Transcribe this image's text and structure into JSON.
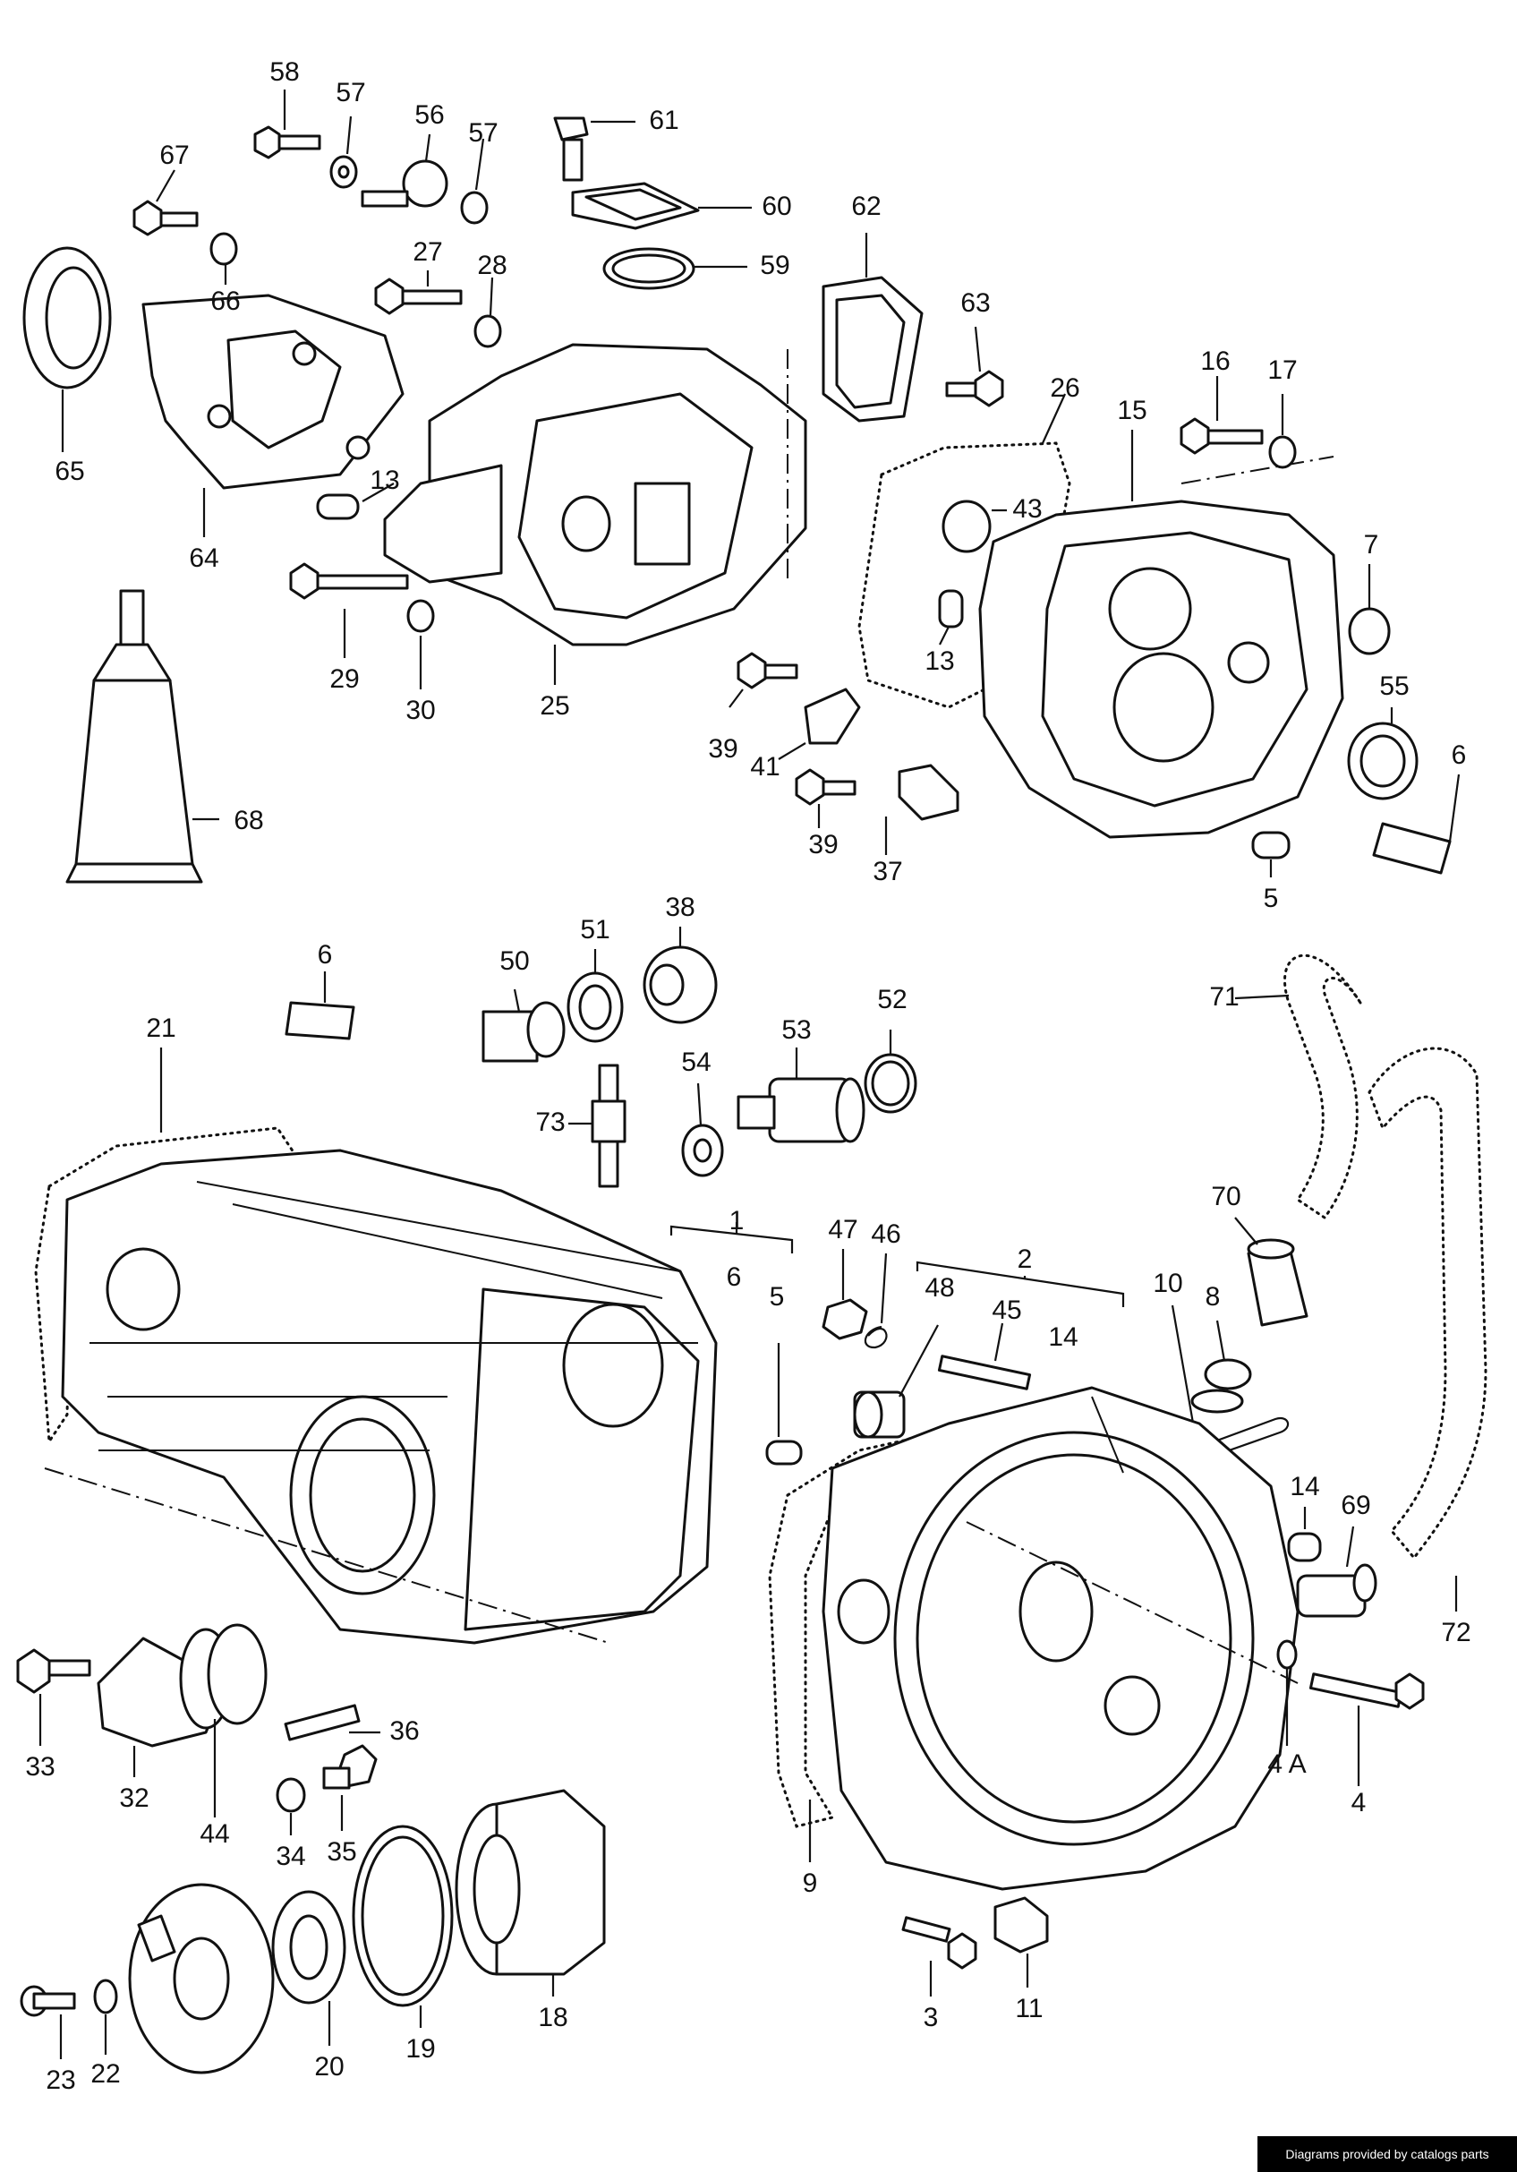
{
  "credit": "Diagrams provided by catalogs parts",
  "callouts": [
    {
      "id": "58",
      "text": "58"
    },
    {
      "id": "57a",
      "text": "57"
    },
    {
      "id": "56",
      "text": "56"
    },
    {
      "id": "57b",
      "text": "57"
    },
    {
      "id": "61",
      "text": "61"
    },
    {
      "id": "60",
      "text": "60"
    },
    {
      "id": "59",
      "text": "59"
    },
    {
      "id": "67",
      "text": "67"
    },
    {
      "id": "66",
      "text": "66"
    },
    {
      "id": "27",
      "text": "27"
    },
    {
      "id": "28",
      "text": "28"
    },
    {
      "id": "62",
      "text": "62"
    },
    {
      "id": "63",
      "text": "63"
    },
    {
      "id": "26",
      "text": "26"
    },
    {
      "id": "15",
      "text": "15"
    },
    {
      "id": "16",
      "text": "16"
    },
    {
      "id": "17",
      "text": "17"
    },
    {
      "id": "65",
      "text": "65"
    },
    {
      "id": "64",
      "text": "64"
    },
    {
      "id": "13a",
      "text": "13"
    },
    {
      "id": "43",
      "text": "43"
    },
    {
      "id": "7",
      "text": "7"
    },
    {
      "id": "29",
      "text": "29"
    },
    {
      "id": "30",
      "text": "30"
    },
    {
      "id": "25",
      "text": "25"
    },
    {
      "id": "13b",
      "text": "13"
    },
    {
      "id": "39a",
      "text": "39"
    },
    {
      "id": "41",
      "text": "41"
    },
    {
      "id": "55",
      "text": "55"
    },
    {
      "id": "6a",
      "text": "6"
    },
    {
      "id": "68",
      "text": "68"
    },
    {
      "id": "39b",
      "text": "39"
    },
    {
      "id": "37",
      "text": "37"
    },
    {
      "id": "5a",
      "text": "5"
    },
    {
      "id": "38",
      "text": "38"
    },
    {
      "id": "51",
      "text": "51"
    },
    {
      "id": "50",
      "text": "50"
    },
    {
      "id": "6b",
      "text": "6"
    },
    {
      "id": "52",
      "text": "52"
    },
    {
      "id": "53",
      "text": "53"
    },
    {
      "id": "71",
      "text": "71"
    },
    {
      "id": "21",
      "text": "21"
    },
    {
      "id": "54",
      "text": "54"
    },
    {
      "id": "73",
      "text": "73"
    },
    {
      "id": "70",
      "text": "70"
    },
    {
      "id": "1",
      "text": "1"
    },
    {
      "id": "47",
      "text": "47"
    },
    {
      "id": "46",
      "text": "46"
    },
    {
      "id": "6c",
      "text": "6"
    },
    {
      "id": "2",
      "text": "2"
    },
    {
      "id": "5b",
      "text": "5"
    },
    {
      "id": "48",
      "text": "48"
    },
    {
      "id": "45",
      "text": "45"
    },
    {
      "id": "10",
      "text": "10"
    },
    {
      "id": "8",
      "text": "8"
    },
    {
      "id": "14a",
      "text": "14"
    },
    {
      "id": "14b",
      "text": "14"
    },
    {
      "id": "69",
      "text": "69"
    },
    {
      "id": "36",
      "text": "36"
    },
    {
      "id": "72",
      "text": "72"
    },
    {
      "id": "33",
      "text": "33"
    },
    {
      "id": "32",
      "text": "32"
    },
    {
      "id": "44",
      "text": "44"
    },
    {
      "id": "34",
      "text": "34"
    },
    {
      "id": "35",
      "text": "35"
    },
    {
      "id": "4A",
      "text": "4 A"
    },
    {
      "id": "4",
      "text": "4"
    },
    {
      "id": "9",
      "text": "9"
    },
    {
      "id": "18",
      "text": "18"
    },
    {
      "id": "11",
      "text": "11"
    },
    {
      "id": "3",
      "text": "3"
    },
    {
      "id": "19",
      "text": "19"
    },
    {
      "id": "20",
      "text": "20"
    },
    {
      "id": "22",
      "text": "22"
    },
    {
      "id": "23",
      "text": "23"
    }
  ]
}
